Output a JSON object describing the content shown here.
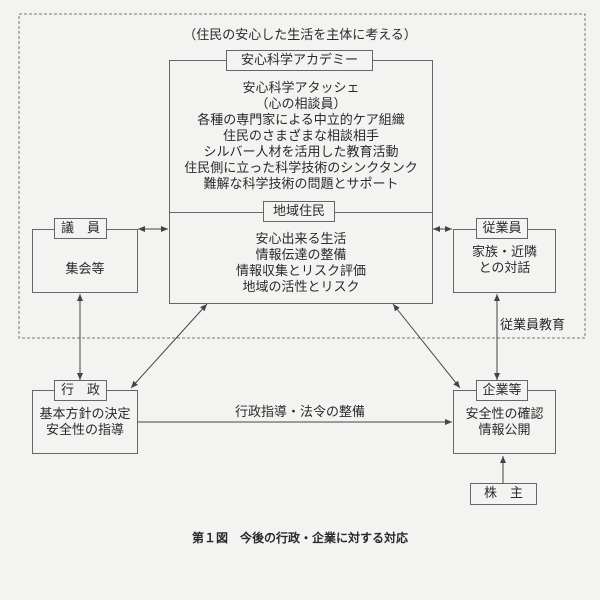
{
  "header": "（住民の安心した生活を主体に考える）",
  "academy": {
    "label": "安心科学アカデミー",
    "lines": [
      "安心科学アタッシェ",
      "（心の相談員）",
      "各種の専門家による中立的ケア組織",
      "住民のさまざまな相談相手",
      "シルバー人材を活用した教育活動",
      "住民側に立った科学技術のシンクタンク",
      "難解な科学技術の問題とサポート"
    ]
  },
  "residents": {
    "label": "地域住民",
    "lines": [
      "安心出来る生活",
      "情報伝達の整備",
      "情報収集とリスク評価",
      "地域の活性とリスク"
    ]
  },
  "councillor": {
    "label": "議　員",
    "text": "集会等"
  },
  "employee": {
    "label": "従業員",
    "lines": [
      "家族・近隣",
      "との対話"
    ],
    "edge_label": "従業員教育"
  },
  "government": {
    "label": "行　政",
    "lines": [
      "基本方針の決定",
      "安全性の指導"
    ]
  },
  "company": {
    "label": "企業等",
    "lines": [
      "安全性の確認",
      "情報公開"
    ]
  },
  "shareholder": {
    "label": "株　主"
  },
  "gov_to_company_label": "行政指導・法令の整備",
  "caption": "第１図　今後の行政・企業に対する対応"
}
